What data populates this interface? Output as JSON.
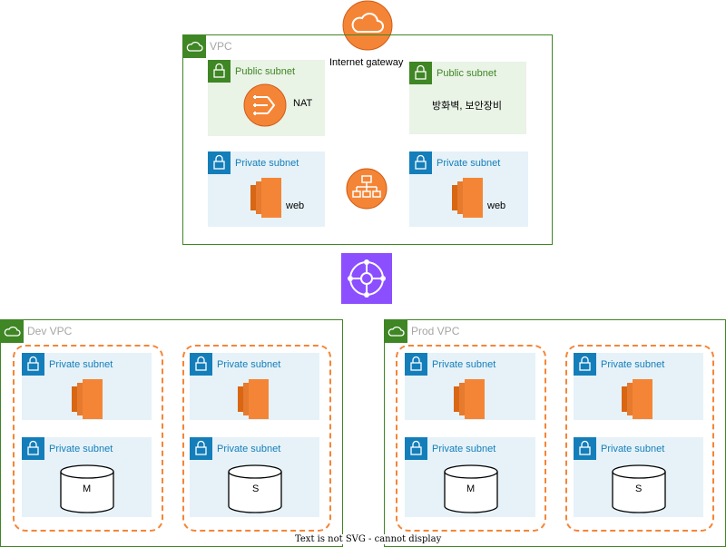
{
  "top_vpc": {
    "label": "VPC",
    "internet_gateway_label": "Internet gateway",
    "public_subnet_left": {
      "label": "Public subnet",
      "nat_label": "NAT"
    },
    "public_subnet_right": {
      "label": "Public subnet",
      "text": "방화벽, 보안장비"
    },
    "private_subnet_left": {
      "label": "Private subnet",
      "web_label": "web"
    },
    "private_subnet_right": {
      "label": "Private subnet",
      "web_label": "web"
    }
  },
  "dev_vpc": {
    "label": "Dev VPC",
    "groups": [
      {
        "app_subnet_label": "Private subnet",
        "db_subnet_label": "Private subnet",
        "db_label": "M"
      },
      {
        "app_subnet_label": "Private subnet",
        "db_subnet_label": "Private subnet",
        "db_label": "S"
      }
    ]
  },
  "prod_vpc": {
    "label": "Prod VPC",
    "groups": [
      {
        "app_subnet_label": "Private subnet",
        "db_subnet_label": "Private subnet",
        "db_label": "M"
      },
      {
        "app_subnet_label": "Private subnet",
        "db_subnet_label": "Private subnet",
        "db_label": "S"
      }
    ]
  },
  "footer_text": "Text is not SVG - cannot display",
  "colors": {
    "vpc_border": "#3f8624",
    "public_subnet_fill": "#e9f3e6",
    "private_subnet_fill": "#e6f2f8",
    "private_label": "#147eba",
    "aws_orange": "#f58536",
    "transit_purple": "#8c4fff"
  }
}
